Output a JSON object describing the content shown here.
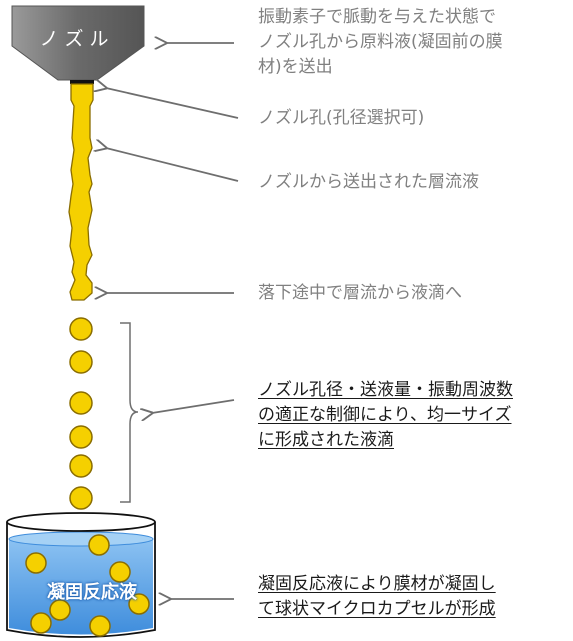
{
  "nozzle": {
    "label": "ノズル"
  },
  "bath": {
    "label": "凝固反応液"
  },
  "annotations": {
    "pulse": [
      "振動素子で脈動を与えた状態で",
      "ノズル孔から原料液(凝固前の膜",
      "材)を送出"
    ],
    "hole": [
      "ノズル孔(孔径選択可)"
    ],
    "laminar": [
      "ノズルから送出された層流液"
    ],
    "breakup": [
      "落下途中で層流から液滴へ"
    ],
    "control": [
      "ノズル孔径・送液量・振動周波数",
      "の適正な制御により、均一サイズ",
      "に形成された液滴"
    ],
    "solidify": [
      "凝固反応液により膜材が凝固し",
      "て球状マイクロカプセルが形成"
    ]
  },
  "colors": {
    "droplet_fill": "#f5d000",
    "droplet_stroke": "#8a6d00",
    "liquid": "#5aa0e6",
    "arrow": "#6e6e6e"
  }
}
